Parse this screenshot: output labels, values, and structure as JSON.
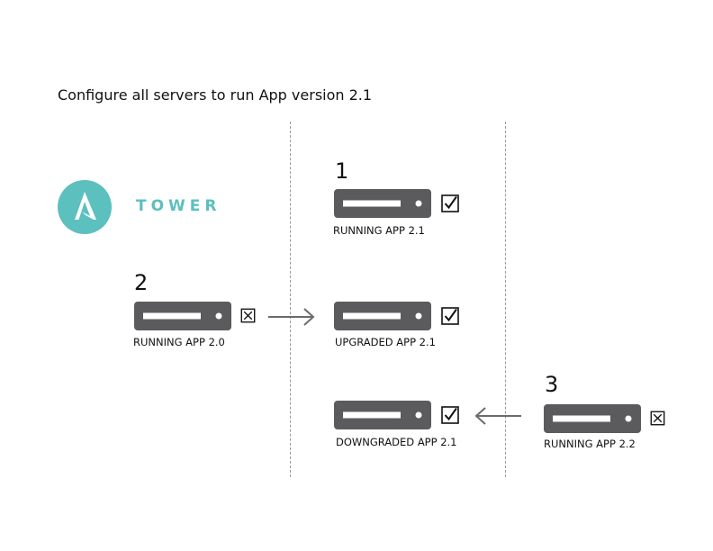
{
  "title": "Configure all servers to run App version 2.1",
  "logo": {
    "text": "TOWER",
    "color": "#5bc0be"
  },
  "servers": [
    {
      "step": "1",
      "label": "RUNNING APP 2.1",
      "status_icon": "checkmark-icon"
    },
    {
      "step": "2",
      "label": "RUNNING APP 2.0",
      "status_icon": "x-box-icon"
    },
    {
      "step": "",
      "label": "UPGRADED APP 2.1",
      "status_icon": "checkmark-icon"
    },
    {
      "step": "",
      "label": "DOWNGRADED APP 2.1",
      "status_icon": "checkmark-icon"
    },
    {
      "step": "3",
      "label": "RUNNING APP 2.2",
      "status_icon": "x-box-icon"
    }
  ],
  "colors": {
    "server": "#5b5b5d",
    "accent": "#5bc0be",
    "arrow": "#6b6b6b"
  }
}
